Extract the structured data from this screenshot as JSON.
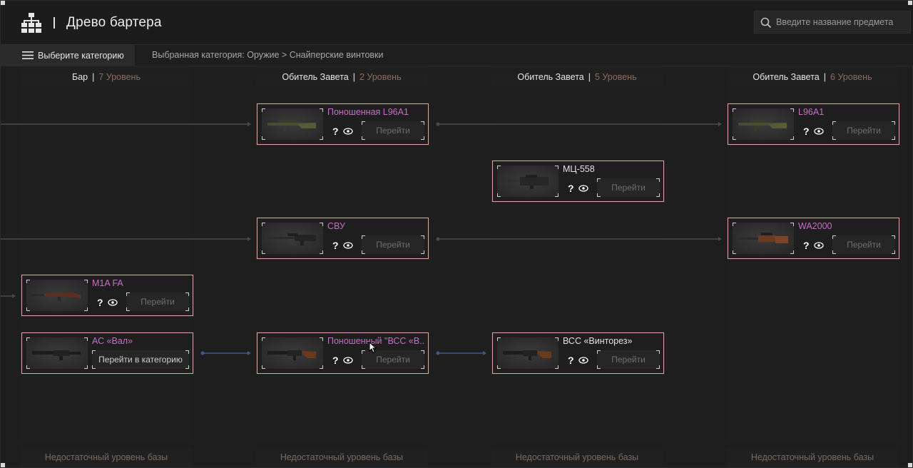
{
  "header": {
    "title": "Древо бартера",
    "search_placeholder": "Введите название предмета"
  },
  "subbar": {
    "category_button": "Выберите категорию",
    "breadcrumb": "Выбранная категория: Оружие > Снайперские винтовки"
  },
  "columns": [
    {
      "trader": "Бар",
      "level": "7 Уровень",
      "footer": "Недостаточный уровень базы"
    },
    {
      "trader": "Обитель Завета",
      "level": "2 Уровень",
      "footer": "Недостаточный уровень базы"
    },
    {
      "trader": "Обитель Завета",
      "level": "5 Уровень",
      "footer": "Недостаточный уровень базы"
    },
    {
      "trader": "Обитель Завета",
      "level": "6 Уровень",
      "footer": "Недостаточный уровень базы"
    }
  ],
  "cards": {
    "worn_l96a1": {
      "name": "Поношенная L96A1",
      "help": "?",
      "goto": "Перейти"
    },
    "l96a1": {
      "name": "L96A1",
      "help": "?",
      "goto": "Перейти"
    },
    "mts558": {
      "name": "МЦ-558",
      "help": "?",
      "goto": "Перейти"
    },
    "svu": {
      "name": "СВУ",
      "help": "?",
      "goto": "Перейти"
    },
    "wa2000": {
      "name": "WA2000",
      "help": "?",
      "goto": "Перейти"
    },
    "m1a_fa": {
      "name": "M1A FA",
      "help": "?",
      "goto": "Перейти"
    },
    "as_val": {
      "name": "АС «Вал»",
      "goto": "Перейти в категорию"
    },
    "worn_vss": {
      "name": "Поношенный \"ВСС «В..",
      "help": "?",
      "goto": "Перейти"
    },
    "vss": {
      "name": "ВСС «Винторез»",
      "help": "?",
      "goto": "Перейти"
    }
  },
  "colors": {
    "card_border": "#d8a7a0",
    "item_name_rare": "#c470c6",
    "level_text": "#8a6d60",
    "link_line_blue": "#3d5a8f",
    "link_line_gray": "#4a4a4a"
  }
}
